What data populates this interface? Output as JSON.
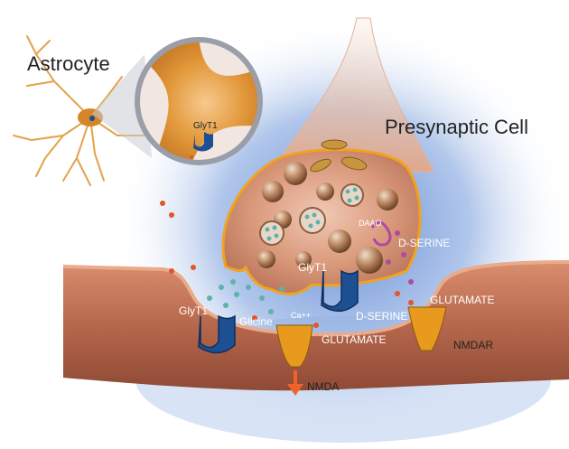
{
  "labels": {
    "astrocyte": "Astrocyte",
    "presynaptic_cell": "Presynaptic Cell",
    "glyt1_zoom": "GlyT1",
    "glyt1_synapse": "GlyT1",
    "glyt1_left": "GlyT1",
    "daao": "DAAO",
    "d_serine_upper": "D-SERINE",
    "d_serine_lower": "D-SERINE",
    "glicine": "Glicine",
    "ca": "Ca++",
    "glutamate_left": "GLUTAMATE",
    "glutamate_right": "GLUTAMATE",
    "nmdar": "NMDAR",
    "nmda": "NMDA"
  },
  "colors": {
    "background_glow": "#9db8e6",
    "cell_body": "#c9876a",
    "cell_rim": "#f2a21c",
    "astrocyte": "#d4862a",
    "postsynaptic": "#b5674c",
    "glyt1_transporter": "#1d4f93",
    "nmda_receptor": "#e89a1e",
    "vesicle": "#9a6a45",
    "glycine_dot": "#5fb3a6",
    "d_serine_dot": "#b04aa0",
    "glutamate_dot": "#e5542a",
    "arrow": "#f0622a"
  },
  "icons": {
    "zoom_lens": "magnifier-circle",
    "transporter": "glyt1-transporter-icon",
    "receptor": "nmda-receptor-icon"
  }
}
